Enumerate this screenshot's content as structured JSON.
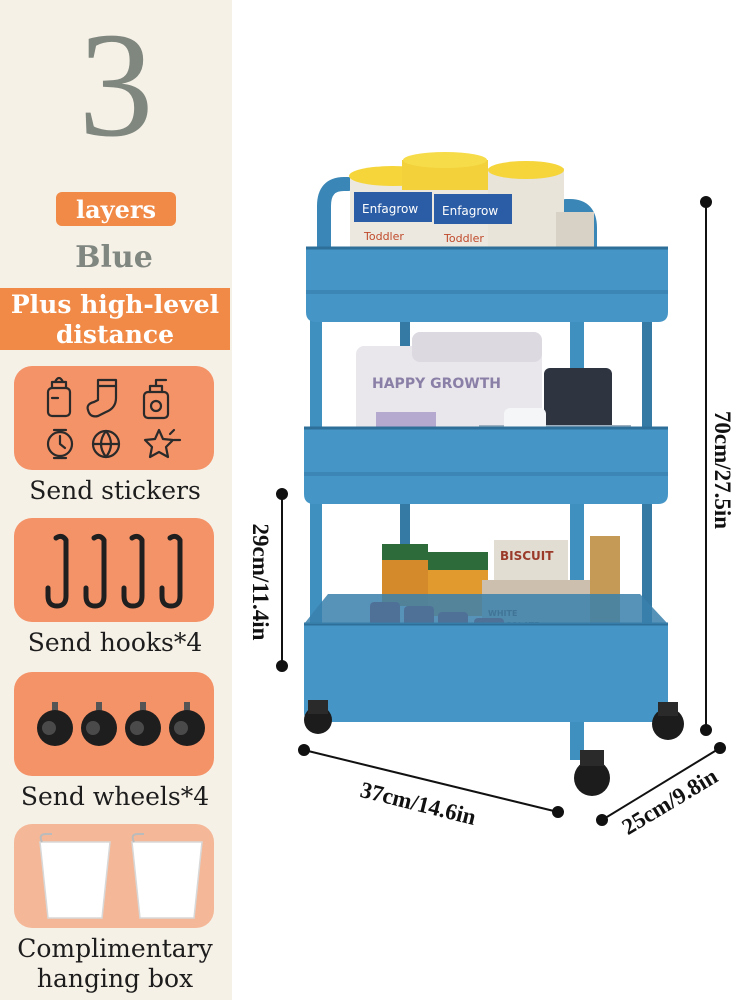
{
  "sidebar": {
    "layer_count": "3",
    "layers_label": "layers",
    "color": "Blue",
    "feature_banner": "Plus high-level distance",
    "gifts": [
      {
        "caption": "Send stickers",
        "icons": [
          "baby-bottle-icon",
          "sock-icon",
          "soap-bottle-icon",
          "watch-icon",
          "ball-icon",
          "star-icon"
        ]
      },
      {
        "caption": "Send hooks*4",
        "icons": [
          "hook-icon",
          "hook-icon",
          "hook-icon",
          "hook-icon"
        ]
      },
      {
        "caption": "Send wheels*4",
        "icons": [
          "caster-wheel-icon",
          "caster-wheel-icon",
          "caster-wheel-icon",
          "caster-wheel-icon"
        ]
      },
      {
        "caption_line1": "Complimentary",
        "caption_line2": "hanging box",
        "icons": [
          "hanging-box-icon",
          "hanging-box-icon"
        ]
      }
    ]
  },
  "product": {
    "dimensions": {
      "height": "70cm/27.5in",
      "shelf_gap": "29cm/11.4in",
      "width": "37cm/14.6in",
      "depth": "25cm/9.8in"
    },
    "packaging_text": {
      "can_brand": "Enfagrow",
      "can_sub": "Toddler",
      "tissue": "HAPPY GROWTH",
      "biscuit": "BISCUIT",
      "cookie": "WHITE CHOCOLATE CHUNKS"
    }
  },
  "colors": {
    "accent_orange": "#f08a46",
    "card_orange": "#f49268",
    "cart_blue": "#3f8fbf",
    "sidebar_bg": "#f6f1e7"
  }
}
